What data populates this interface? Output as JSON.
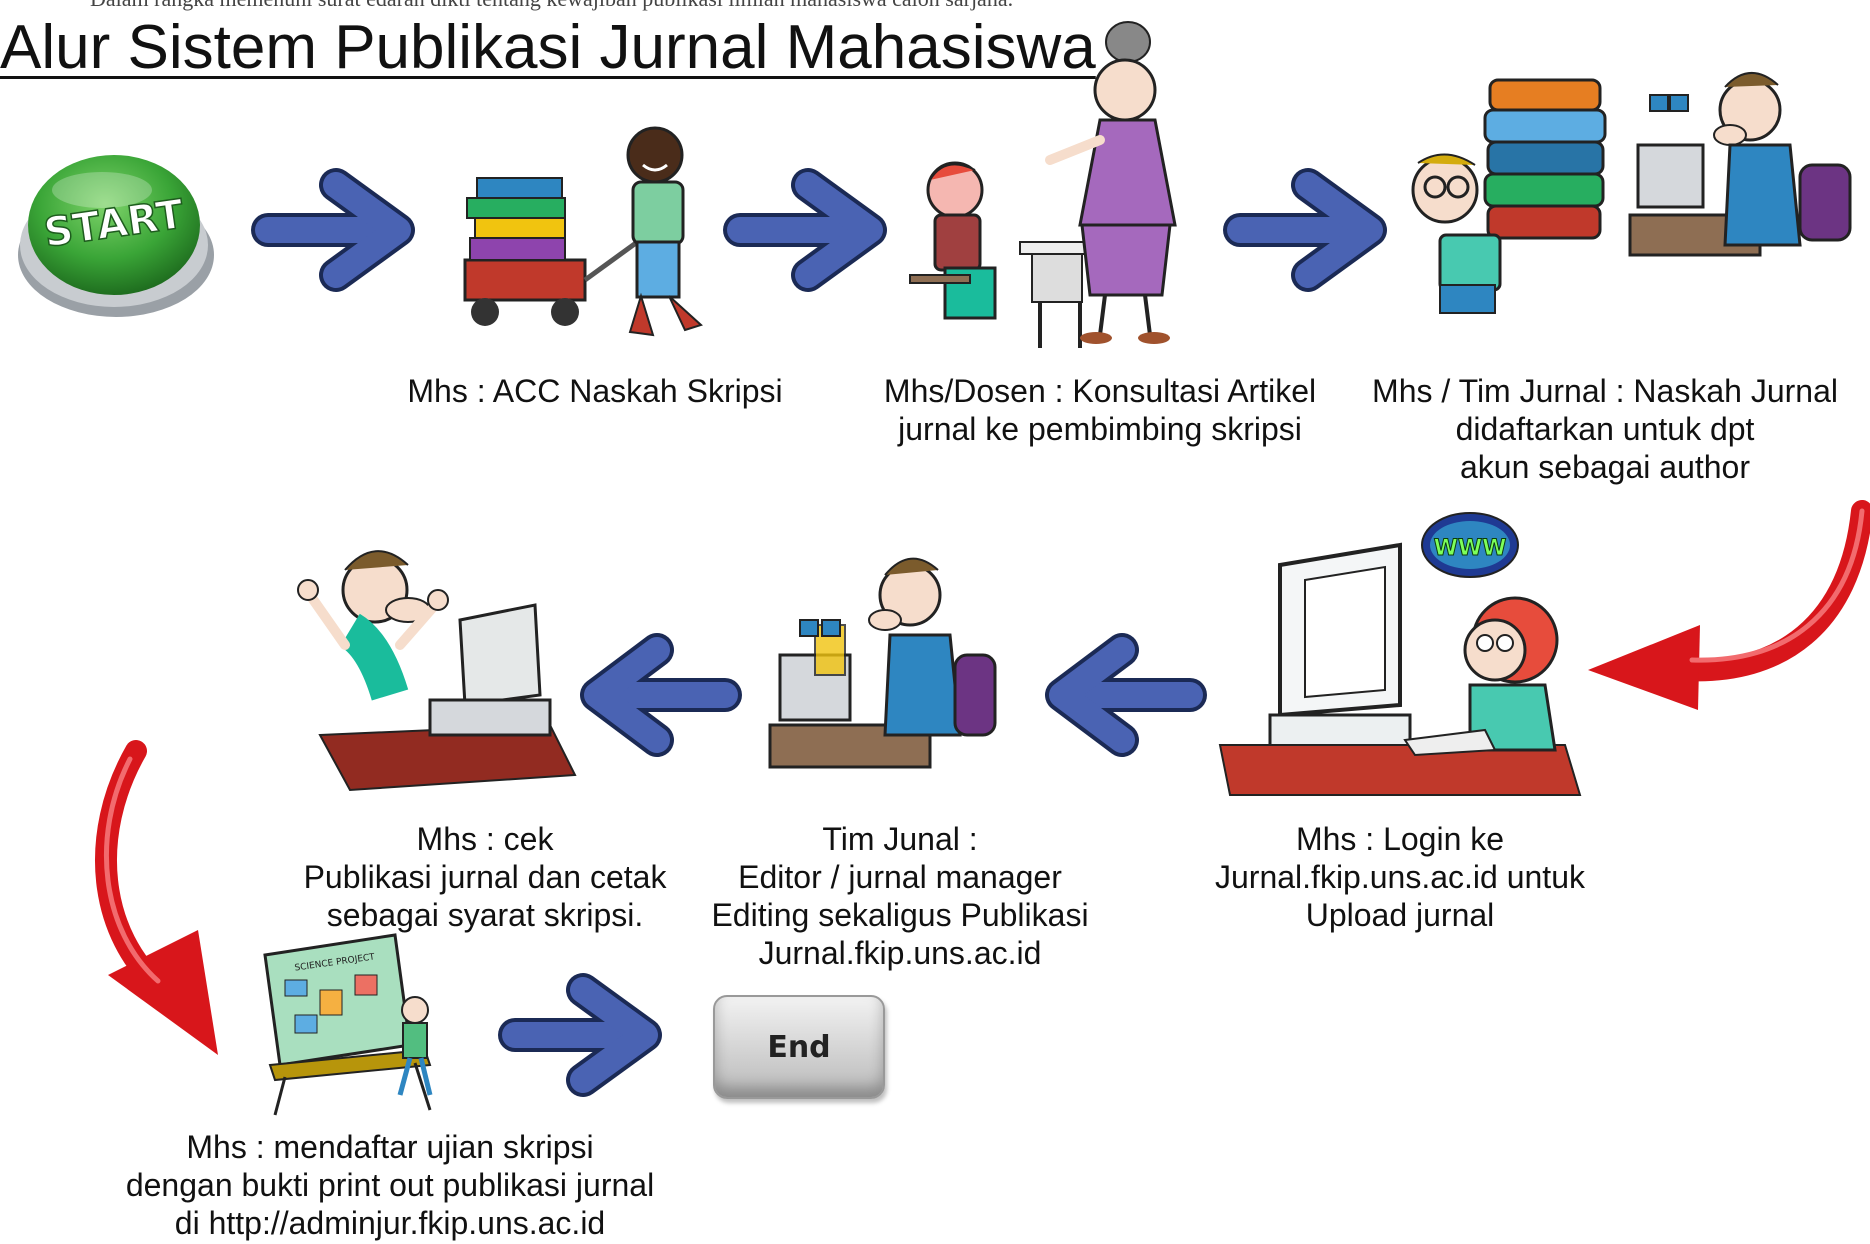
{
  "header": {
    "cut_text": "Dalam rangka memenuhi surat edaran dikti tentang kewajiban publikasi ilmiah mahasiswa calon sarjana.",
    "title": "Alur Sistem Publikasi Jurnal Mahasiswa"
  },
  "start_button": {
    "label": "START",
    "color": "#3aa537"
  },
  "end_button": {
    "label": "End"
  },
  "steps": [
    {
      "id": "acc",
      "lines": [
        "Mhs : ACC Naskah Skripsi"
      ]
    },
    {
      "id": "konsultasi",
      "lines": [
        "Mhs/Dosen : Konsultasi Artikel",
        "jurnal ke pembimbing skripsi"
      ]
    },
    {
      "id": "daftar",
      "lines": [
        "Mhs / Tim Jurnal : Naskah Jurnal",
        "didaftarkan untuk dpt",
        "akun sebagai author"
      ]
    },
    {
      "id": "login",
      "lines": [
        "Mhs : Login ke",
        "Jurnal.fkip.uns.ac.id untuk",
        "Upload jurnal"
      ]
    },
    {
      "id": "editor",
      "lines": [
        "Tim Junal :",
        "Editor / jurnal manager",
        "Editing sekaligus Publikasi",
        "Jurnal.fkip.uns.ac.id"
      ]
    },
    {
      "id": "cek",
      "lines": [
        "Mhs : cek",
        "Publikasi jurnal dan cetak",
        "sebagai syarat skripsi."
      ]
    },
    {
      "id": "ujian",
      "lines": [
        "Mhs : mendaftar ujian skripsi",
        "dengan bukti print out publikasi jurnal",
        "di http://adminjur.fkip.uns.ac.id"
      ]
    }
  ],
  "globe_text": "WWW",
  "poster_text": "SCIENCE PROJECT",
  "colors": {
    "blue_arrow": "#4a63b3",
    "red_arrow": "#d8161b",
    "desk_red": "#c0392b"
  }
}
